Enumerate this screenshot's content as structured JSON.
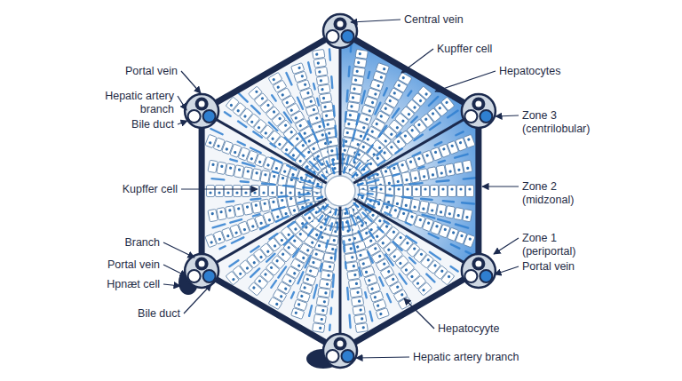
{
  "diagram": {
    "labels": [
      "Central vein",
      "Kupffer cell",
      "Hepatocytes",
      "Portal vein",
      "Hepatic artery branch",
      "Bile duct",
      "Zone 3 (centrilobular)",
      "Kupffer cell",
      "Zone 2 (midzonal)",
      "Branch",
      "Zone 1 (periportal)",
      "Portal vein",
      "Portal vein",
      "Hpnæt cell",
      "Bile duct",
      "Hepatocyyte",
      "Hepatic artery branch"
    ]
  }
}
